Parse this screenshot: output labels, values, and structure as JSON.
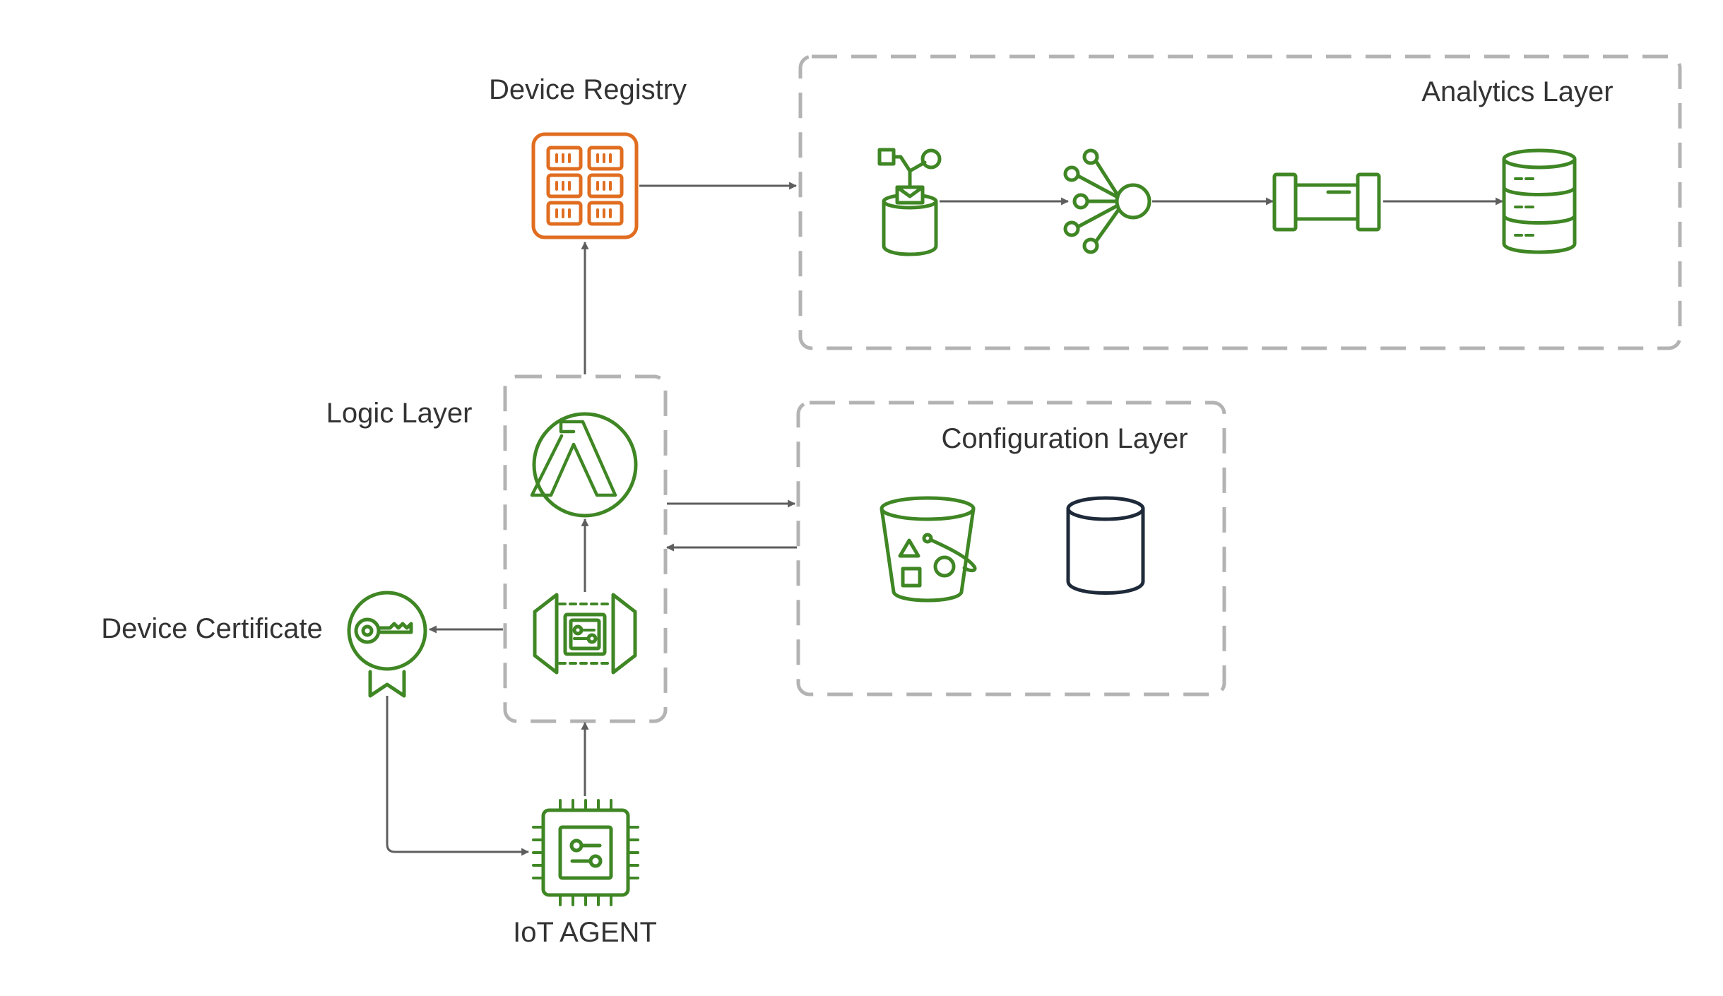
{
  "labels": {
    "device_registry": "Device Registry",
    "analytics_layer": "Analytics Layer",
    "logic_layer": "Logic Layer",
    "configuration_layer": "Configuration Layer",
    "device_certificate": "Device Certificate",
    "iot_agent": "IoT AGENT"
  },
  "colors": {
    "registry_orange": "#e06d20",
    "service_green": "#3f8624",
    "database_navy": "#1e2a3a",
    "group_border": "#b3b3b3",
    "connector": "#5e5e5e",
    "text": "#333333"
  },
  "icons": {
    "device_registry": "registry-grid-icon",
    "ingest": "iot-topic-bucket-icon",
    "analytics": "fan-out-analytics-icon",
    "pipeline": "pipeline-icon",
    "datastore": "datastore-icon",
    "lambda": "lambda-icon",
    "gateway": "iot-gateway-icon",
    "certificate": "certificate-icon",
    "bucket": "s3-bucket-icon",
    "database": "database-icon",
    "agent": "microchip-icon"
  }
}
